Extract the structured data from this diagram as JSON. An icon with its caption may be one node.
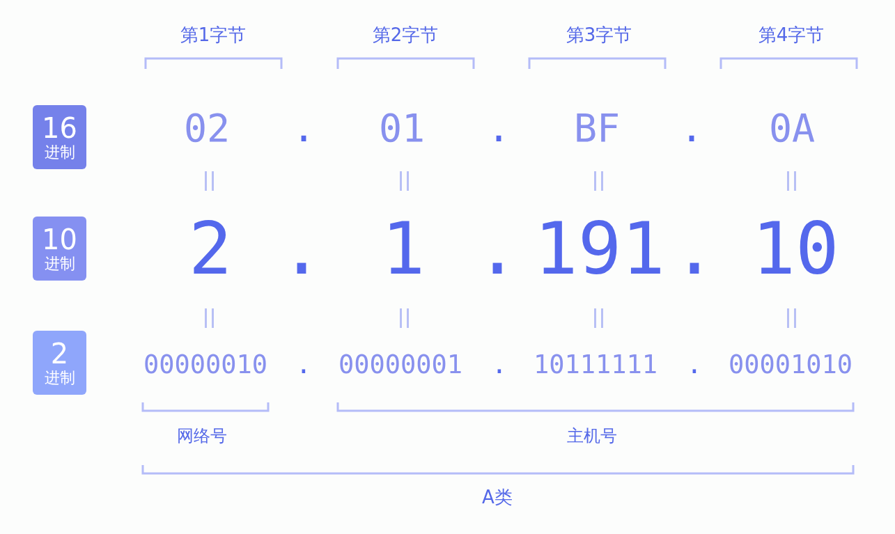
{
  "diagram": {
    "nodes": [
      {
        "text": [
          "16",
          "进制"
        ]
      },
      {
        "text": [
          "10",
          "进制"
        ]
      },
      {
        "text": [
          "2",
          "进制"
        ]
      }
    ],
    "labels": [
      "第1字节",
      "第2字节",
      "第3字节",
      "第4字节",
      "02",
      ".",
      "01",
      ".",
      "BF",
      ".",
      "0A",
      "2",
      ".",
      "1",
      ".",
      "191",
      ".",
      "10",
      "00000010",
      ".",
      "00000001",
      ".",
      "10111111",
      ".",
      "00001010",
      "网络号",
      "主机号",
      "A类"
    ]
  }
}
